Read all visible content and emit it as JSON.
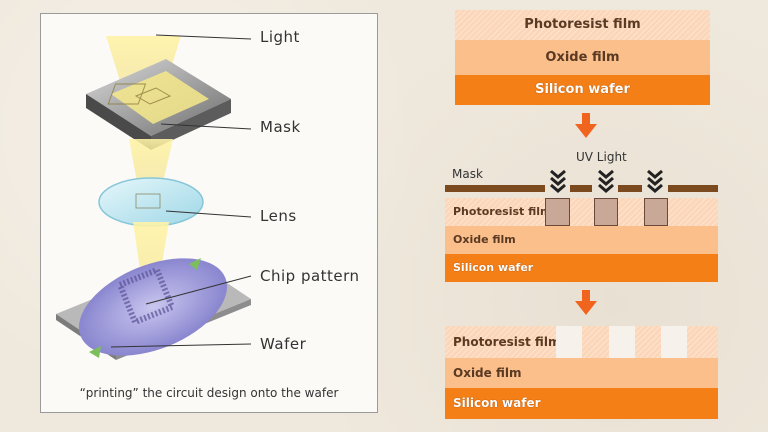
{
  "left": {
    "labels": {
      "light": "Light",
      "mask": "Mask",
      "lens": "Lens",
      "chip_pattern": "Chip pattern",
      "wafer": "Wafer"
    },
    "caption": "“printing” the circuit design onto the wafer"
  },
  "right": {
    "stack1": {
      "photoresist": "Photoresist film",
      "oxide": "Oxide film",
      "silicon": "Silicon wafer"
    },
    "exposure": {
      "uv_light": "UV Light",
      "mask": "Mask",
      "photoresist": "Photoresist film",
      "oxide": "Oxide film",
      "silicon": "Silicon wafer"
    },
    "stack3": {
      "photoresist": "Photoresist film",
      "oxide": "Oxide film",
      "silicon": "Silicon wafer"
    }
  },
  "colors": {
    "photoresist": "#fcd6b9",
    "oxide": "#fbbf8c",
    "silicon": "#f57f17",
    "mask_bar": "#7b4a1e",
    "arrow": "#f0641e"
  }
}
